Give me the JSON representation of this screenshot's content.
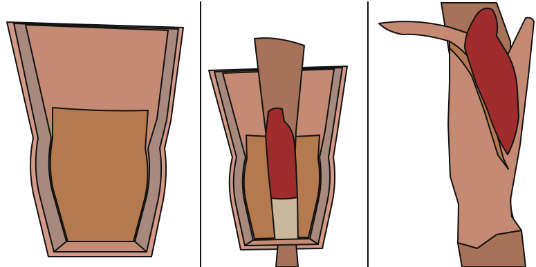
{
  "panels": [
    {
      "id": "left",
      "subject": "empty-vessel"
    },
    {
      "id": "middle",
      "subject": "vessel-with-paddle-and-clot"
    },
    {
      "id": "right",
      "subject": "sleeve-folded-over-clot"
    }
  ],
  "colors": {
    "background": "#ffffff",
    "outline": "#111111",
    "wall_light": "#c48a73",
    "wall_pink": "#d49a88",
    "wall_grey": "#a8897e",
    "lumen_fill": "#b5794e",
    "paddle": "#a6735a",
    "clot": "#9e2c2c",
    "pale_plug": "#c9b89b",
    "sleeve": "#c48a73",
    "sleeve_dark": "#a6735a"
  }
}
